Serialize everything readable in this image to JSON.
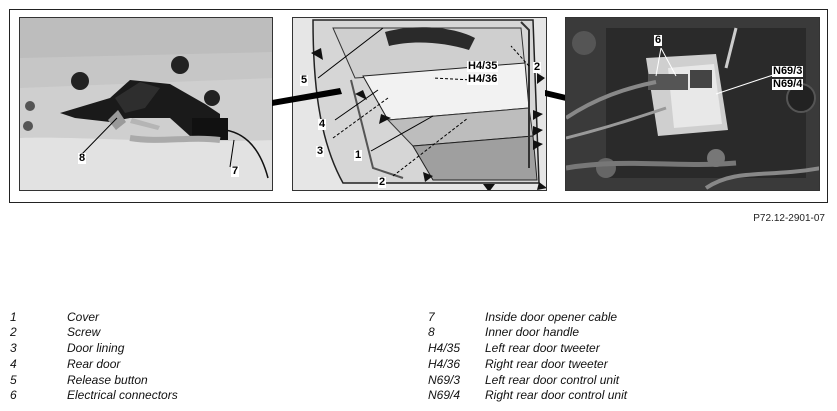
{
  "figure": {
    "code": "P72.12-2901-07",
    "callouts": {
      "left": {
        "c8": "8",
        "c7": "7"
      },
      "middle": {
        "c5": "5",
        "c4": "4",
        "c3": "3",
        "c1": "1",
        "c2a": "2",
        "c2b": "2",
        "h435": "H4/35",
        "h436": "H4/36"
      },
      "right": {
        "c6": "6",
        "n693": "N69/3",
        "n694": "N69/4"
      }
    }
  },
  "legend": {
    "left": [
      {
        "num": "1",
        "text": "Cover"
      },
      {
        "num": "2",
        "text": "Screw"
      },
      {
        "num": "3",
        "text": "Door lining"
      },
      {
        "num": "4",
        "text": "Rear door"
      },
      {
        "num": "5",
        "text": "Release button"
      },
      {
        "num": "6",
        "text": "Electrical connectors"
      }
    ],
    "right": [
      {
        "num": "7",
        "text": "Inside door opener cable"
      },
      {
        "num": "8",
        "text": "Inner door handle"
      },
      {
        "num": "H4/35",
        "text": "Left rear door tweeter"
      },
      {
        "num": "H4/36",
        "text": "Right rear door tweeter"
      },
      {
        "num": "N69/3",
        "text": "Left rear door control unit"
      },
      {
        "num": "N69/4",
        "text": "Right rear door control unit"
      }
    ]
  }
}
